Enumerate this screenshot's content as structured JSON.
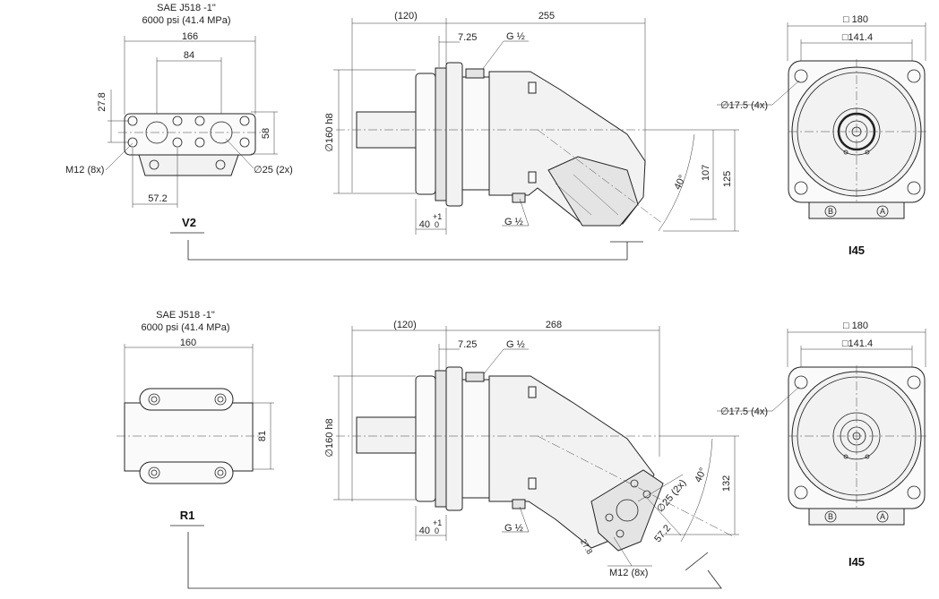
{
  "top": {
    "port_spec_line1": "SAE J518 -1\"",
    "port_spec_line2": "6000 psi  (41.4 MPa)",
    "dim_166": "166",
    "dim_84": "84",
    "dim_27_8": "27.8",
    "dim_58": "58",
    "dim_m12": "M12 (8x)",
    "dim_d25": "∅25 (2x)",
    "dim_57_2": "57.2",
    "view_label": "V2",
    "dim_120": "(120)",
    "dim_255": "255",
    "dim_7_25": "7.25",
    "dim_g_half_top": "G ½",
    "dim_g_half_bottom": "G ½",
    "dim_d160": "∅160 h8",
    "dim_40": "40",
    "dim_tol_plus": "+1",
    "dim_tol_zero": "0",
    "dim_40deg": "40°",
    "dim_107": "107",
    "dim_125": "125",
    "dim_sq180": "□ 180",
    "dim_sq141": "□141.4",
    "dim_d17_5": "∅17.5 (4x)",
    "port_b": "B",
    "port_a": "A",
    "end_label": "I45"
  },
  "bottom": {
    "port_spec_line1": "SAE J518 -1\"",
    "port_spec_line2": "6000 psi  (41.4 MPa)",
    "dim_160": "160",
    "dim_81": "81",
    "view_label": "R1",
    "dim_120": "(120)",
    "dim_268": "268",
    "dim_7_25": "7.25",
    "dim_g_half_top": "G ½",
    "dim_g_half_bottom": "G ½",
    "dim_d160": "∅160 h8",
    "dim_40": "40",
    "dim_tol_plus": "+1",
    "dim_tol_zero": "0",
    "dim_40deg": "40°",
    "dim_132": "132",
    "dim_d25": "∅25 (2x)",
    "dim_57_2": "57.2",
    "dim_27_8": "27.8",
    "dim_m12": "M12 (8x)",
    "dim_sq180": "□ 180",
    "dim_sq141": "□141.4",
    "dim_d17_5": "∅17.5 (4x)",
    "port_b": "B",
    "port_a": "A",
    "end_label": "I45"
  }
}
